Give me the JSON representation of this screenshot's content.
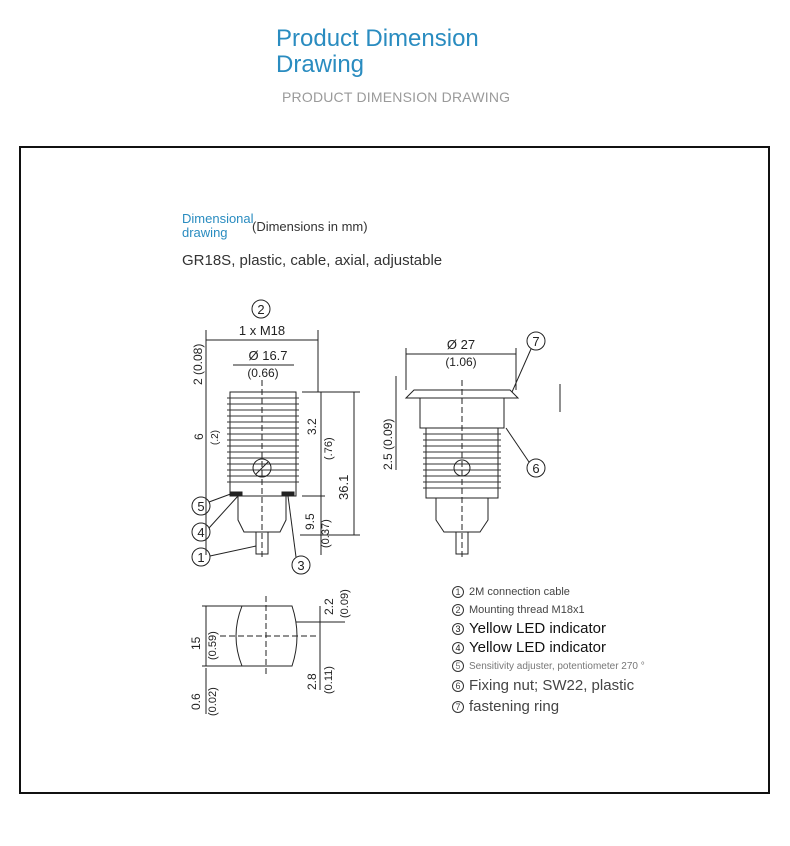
{
  "header": {
    "title_line1": "Product Dimension",
    "title_line2": "Drawing",
    "subtitle": "PRODUCT DIMENSION DRAWING"
  },
  "drawing": {
    "heading_line1": "Dimensional",
    "heading_line2": "drawing",
    "units": "(Dimensions in mm)",
    "model": "GR18S, plastic, cable, axial, adjustable",
    "callouts": [
      "①",
      "②",
      "③",
      "④",
      "⑤",
      "⑥",
      "⑦"
    ],
    "front_view": {
      "thread": "1 x M18",
      "dia": "Ø 16.7",
      "dia_in": "(0.66)",
      "top_h": "2 (0.08)",
      "six": "6",
      "small": "(.2)",
      "mid": "3.2",
      "mid_in": "(.76)",
      "height": "36.1",
      "bottom": "9.5",
      "bottom_in": "(0.37)"
    },
    "side_view": {
      "dia": "Ø 27",
      "dia_in": "(1.06)",
      "left": "2.5 (0.09)"
    },
    "bottom_view": {
      "w15": "15",
      "w15_in": "(0.59)",
      "d22": "2.2",
      "d22_in": "(0.09)",
      "d28": "2.8",
      "d28_in": "(0.11)",
      "d06": "0.6",
      "d06_in": "(0.02)"
    }
  },
  "legend": [
    {
      "num": "1",
      "text": "2M connection cable"
    },
    {
      "num": "2",
      "text": "Mounting thread M18x1"
    },
    {
      "num": "3",
      "text": "Yellow LED indicator"
    },
    {
      "num": "4",
      "text": "Yellow LED indicator"
    },
    {
      "num": "5",
      "text": "Sensitivity adjuster, potentiometer 270 °"
    },
    {
      "num": "6",
      "text": "Fixing nut; SW22, plastic"
    },
    {
      "num": "7",
      "text": "fastening ring"
    }
  ]
}
